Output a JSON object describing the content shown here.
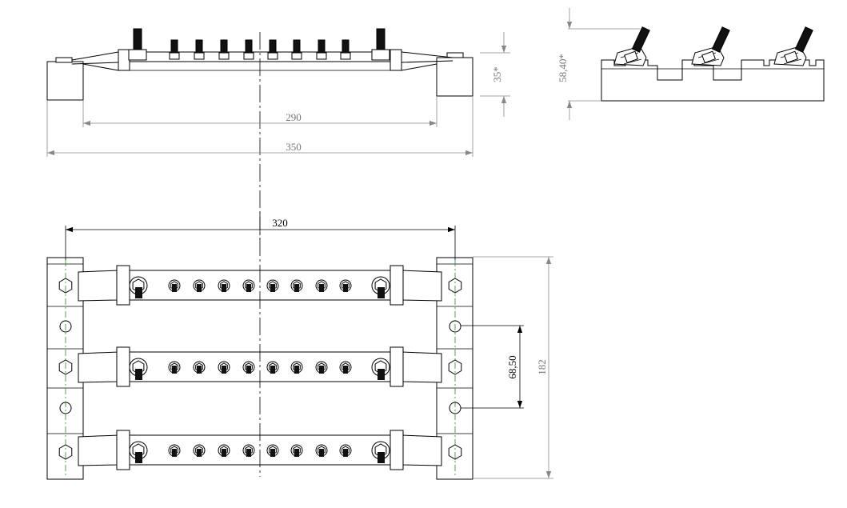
{
  "dimensions": {
    "front_inner_width": "290",
    "front_total_width": "350",
    "front_height": "35*",
    "side_height": "58,40*",
    "top_span": "320",
    "top_height": "182",
    "row_pitch": "68,50"
  }
}
